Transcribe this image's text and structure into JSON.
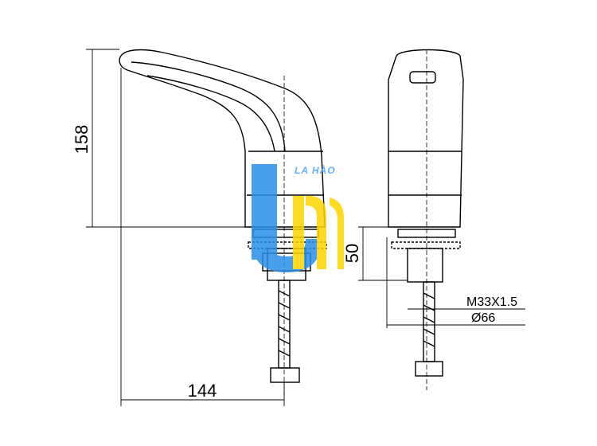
{
  "dimensions": {
    "height": "158",
    "length": "144",
    "thread_height": "50",
    "thread_size": "M33X1.5",
    "base_diameter": "Ø66"
  },
  "watermark": {
    "brand": "LA HÀO"
  },
  "colors": {
    "line": "#000000",
    "logo_blue": "#2a8fe6",
    "logo_yellow": "#ffd400",
    "logo_text": "#4aa3ff"
  }
}
